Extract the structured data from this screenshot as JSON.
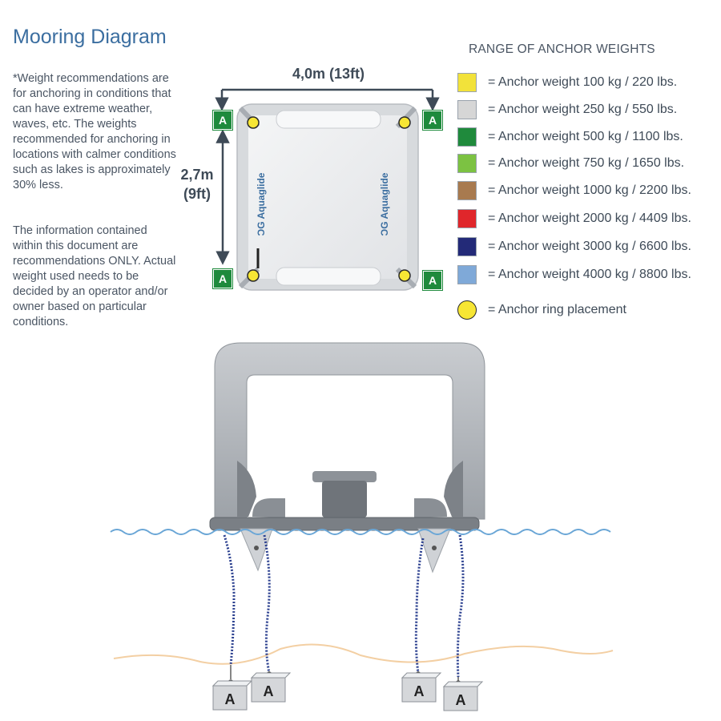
{
  "title": "Mooring Diagram",
  "notes": {
    "weight_note": "*Weight recommendations are for anchoring in conditions that can have extreme weather, waves, etc. The weights recommended for anchoring in locations with calmer conditions such as lakes is approximately 30% less.",
    "disclaimer": "The information contained within this document are recommendations ONLY. Actual weight used needs to be decided by an operator and/or owner based on particular conditions."
  },
  "dimensions": {
    "width": "4,0m (13ft)",
    "height_line1": "2,7m",
    "height_line2": "(9ft)"
  },
  "brand": "Aquaglide",
  "anchor_letter": "A",
  "legend": {
    "title": "RANGE OF ANCHOR WEIGHTS",
    "items": [
      {
        "color": "#f2e23a",
        "label": "= Anchor weight 100 kg / 220 lbs."
      },
      {
        "color": "#d6d6d6",
        "label": "= Anchor weight 250 kg / 550 lbs."
      },
      {
        "color": "#1f8a3c",
        "label": "= Anchor weight 500 kg / 1100 lbs."
      },
      {
        "color": "#7cc242",
        "label": "= Anchor weight 750 kg / 1650 lbs."
      },
      {
        "color": "#a87a4f",
        "label": "= Anchor weight 1000 kg / 2200 lbs."
      },
      {
        "color": "#e0262b",
        "label": "= Anchor weight 2000 kg / 4409 lbs."
      },
      {
        "color": "#232a78",
        "label": "= Anchor weight 3000 kg / 6600 lbs."
      },
      {
        "color": "#7fa9d8",
        "label": "= Anchor weight 4000 kg / 8800 lbs."
      }
    ],
    "ring": {
      "color": "#f7e634",
      "label": "= Anchor ring placement"
    }
  },
  "colors": {
    "title": "#3b6ea0",
    "anchor_badge": "#1e8a3c",
    "water": "#6aa6d6",
    "seabed": "#f3cfa3",
    "rope": "#2a3f8f"
  }
}
